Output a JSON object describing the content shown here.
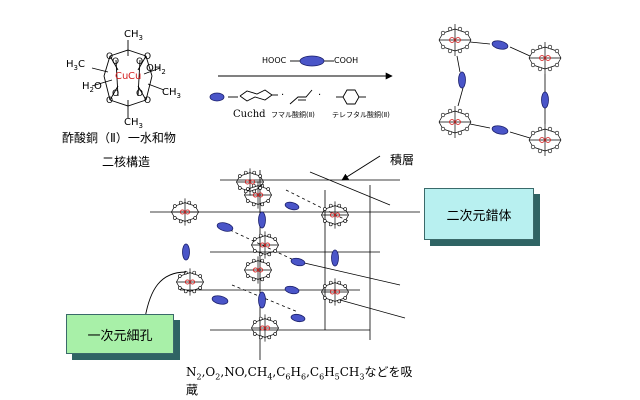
{
  "monomer": {
    "ch3_top": "CH",
    "ch3_top_sub": "3",
    "ch3_left": "H",
    "ch3_left_sub": "3",
    "ch3_left_c": "C",
    "oh2_right": "OH",
    "oh2_right_sub": "2",
    "h2o_left": "H",
    "h2o_left_sub": "2",
    "h2o_left_o": "O",
    "ch3_right": "CH",
    "ch3_right_sub": "3",
    "ch3_bottom": "CH",
    "ch3_bottom_sub": "3",
    "cu": "Cu",
    "caption": "酢酸銅（Ⅱ）一水和物",
    "subcaption": "二核構造"
  },
  "reagents": {
    "hooc": "HOOC",
    "cooh": "COOH",
    "equals": "=",
    "dot": "·",
    "label_cuchd": "Cuchd",
    "label_fumar": "フマル酸銅(Ⅱ)",
    "label_tere": "テレフタル酸銅(Ⅱ)"
  },
  "arrow2": {
    "label": "積層"
  },
  "box_2d": {
    "label": "二次元錯体"
  },
  "box_1d": {
    "label": "一次元細孔"
  },
  "adsorb": {
    "n2": "N",
    "n2_sub": "2",
    "o2": "O",
    "o2_sub": "2",
    "no": "NO",
    "ch4": "CH",
    "ch4_sub": "4",
    "c6h6_c": "C",
    "c6h6_c_sub": "6",
    "c6h6_h": "H",
    "c6h6_h_sub": "6",
    "c6h5ch3_c": "C",
    "c6h5ch3_c_sub": "6",
    "c6h5ch3_h": "H",
    "c6h5ch3_h_sub": "5",
    "c6h5ch3_ch": "CH",
    "c6h5ch3_ch_sub": "3",
    "tail": "などを吸",
    "tail2": "蔵"
  },
  "colors": {
    "ellipse_fill": "#4a55c8",
    "ellipse_stroke": "#1a1f6a",
    "cu_red": "#d42020",
    "box_border": "#3a6a6a",
    "box_fill_2d": "#b8f0f0",
    "box_fill_1d": "#a8f0a8"
  }
}
